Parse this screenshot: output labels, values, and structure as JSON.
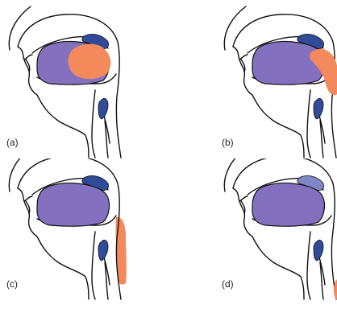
{
  "panels": [
    {
      "label": "(a)",
      "highlight": "velum",
      "velum_lowered": true
    },
    {
      "label": "(b)",
      "highlight": "uvula",
      "velum_lowered": false
    },
    {
      "label": "(c)",
      "highlight": "pharynx",
      "velum_lowered": false
    },
    {
      "label": "(d)",
      "highlight": "glottis",
      "velum_lowered": false
    }
  ],
  "colors": {
    "tongue": "#8371c0",
    "articulator": "#2f4b9a",
    "articulator_light": "#7f86c4",
    "highlight": "#f48a5c",
    "outline": "#111111"
  }
}
